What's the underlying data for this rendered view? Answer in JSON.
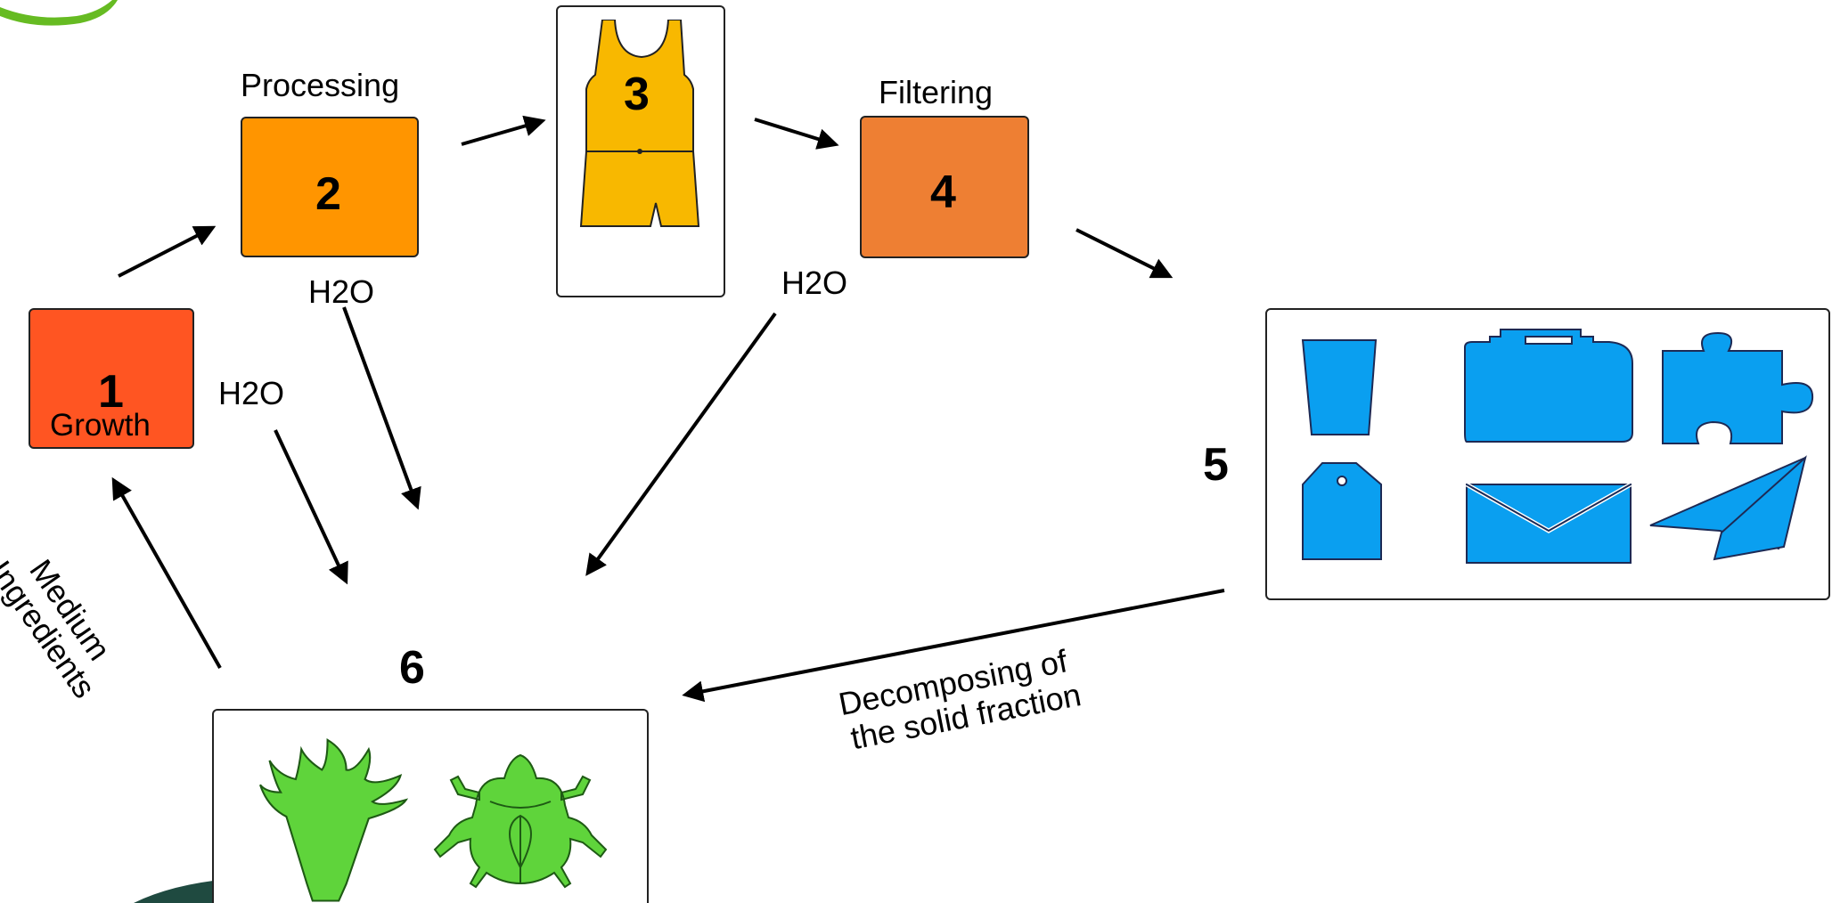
{
  "steps": {
    "step1": {
      "number": "1",
      "label": "Growth",
      "color": "#ff5522"
    },
    "step2": {
      "number": "2",
      "title": "Processing",
      "color": "#ff9500"
    },
    "step3": {
      "number": "3",
      "color": "#f8b800"
    },
    "step4": {
      "number": "4",
      "title": "Filtering",
      "color": "#ee7f33"
    },
    "step5": {
      "number": "5",
      "color": "#0a9ff0"
    },
    "step6": {
      "number": "6",
      "color": "#5fd43b"
    }
  },
  "water": {
    "left": "H2O",
    "center": "H2O",
    "right": "H2O"
  },
  "captions": {
    "medium": [
      "Medium",
      "Ingredients"
    ],
    "decomposing": [
      "Decomposing of",
      "the solid fraction"
    ]
  },
  "icons": {
    "step3": [
      "garment-icon"
    ],
    "step5": [
      "cup-icon",
      "briefcase-icon",
      "puzzle-icon",
      "tag-icon",
      "envelope-icon",
      "paper-plane-icon"
    ],
    "step6": [
      "plant-icon",
      "beetle-icon"
    ]
  }
}
